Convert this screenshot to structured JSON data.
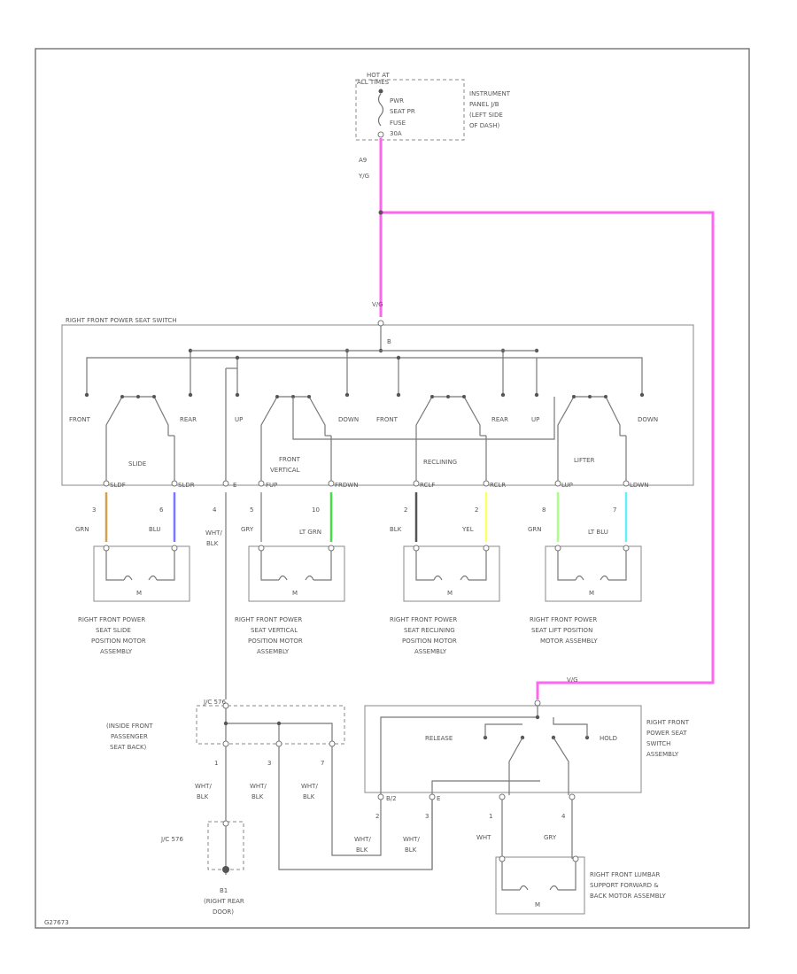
{
  "fuse": {
    "hot": "HOT AT",
    "hot2": "ALL TIMES",
    "name1": "PWR",
    "name2": "SEAT PR",
    "name3": "FUSE",
    "name4": "30A",
    "loc1": "INSTRUMENT",
    "loc2": "PANEL J/B",
    "loc3": "(LEFT SIDE",
    "loc4": "OF DASH)",
    "pin": "A9",
    "circuit": "Y/G"
  },
  "switch": {
    "title": "RIGHT FRONT POWER SEAT SWITCH",
    "top_pin": "V/G",
    "top_node": "B",
    "labels": [
      "FRONT",
      "REAR",
      "UP",
      "DOWN",
      "FRONT",
      "REAR",
      "UP",
      "DOWN"
    ],
    "groups": [
      "SLIDE",
      "FRONT",
      "VERTICAL",
      "RECLINING",
      "LIFTER"
    ],
    "terms": [
      "SLDF",
      "SLDR",
      "E",
      "FUP",
      "FRDWN",
      "RCLF",
      "RCLR",
      "LUP",
      "LDWN"
    ]
  },
  "wires": [
    {
      "pin": "3",
      "color": "GRN"
    },
    {
      "pin": "6",
      "color": "BLU"
    },
    {
      "pin": "4",
      "color": "WHT/",
      "color2": "BLK"
    },
    {
      "pin": "5",
      "color": "GRY"
    },
    {
      "pin": "10",
      "color": "LT GRN"
    },
    {
      "pin": "2",
      "color": "BLK"
    },
    {
      "pin": "2",
      "color": "YEL"
    },
    {
      "pin": "8",
      "color": "GRN"
    },
    {
      "pin": "7",
      "color": "LT BLU"
    }
  ],
  "motors": [
    {
      "l1": "RIGHT FRONT POWER",
      "l2": "SEAT SLIDE",
      "l3": "POSITION MOTOR",
      "l4": "ASSEMBLY"
    },
    {
      "l1": "RIGHT FRONT POWER",
      "l2": "SEAT VERTICAL",
      "l3": "POSITION MOTOR",
      "l4": "ASSEMBLY"
    },
    {
      "l1": "RIGHT FRONT POWER",
      "l2": "SEAT RECLINING",
      "l3": "POSITION MOTOR",
      "l4": "ASSEMBLY"
    },
    {
      "l1": "RIGHT FRONT POWER",
      "l2": "SEAT LIFT POSITION",
      "l3": "MOTOR ASSEMBLY",
      "l4": ""
    }
  ],
  "motor_symbol": "M",
  "jc": {
    "l1": "J/C 576",
    "l2": "(INSIDE FRONT",
    "l3": "PASSENGER",
    "l4": "SEAT BACK)",
    "pins": [
      "1",
      "3",
      "7"
    ],
    "w1": "WHT/",
    "w2": "BLK"
  },
  "jc2": "J/C 576",
  "ground": {
    "id": "B1",
    "l1": "(RIGHT REAR",
    "l2": "DOOR)"
  },
  "lumbar_switch": {
    "circuit": "V/G",
    "release": "RELEASE",
    "hold": "HOLD",
    "l1": "RIGHT FRONT",
    "l2": "POWER SEAT",
    "l3": "SWITCH",
    "l4": "ASSEMBLY",
    "pins": [
      "2",
      "3",
      "1",
      "4"
    ],
    "terms": [
      "B/2",
      "E"
    ],
    "w_wht": "WHT",
    "w_gry": "GRY"
  },
  "lumbar_motor": {
    "l1": "RIGHT FRONT LUMBAR",
    "l2": "SUPPORT FORWARD &",
    "l3": "BACK MOTOR ASSEMBLY"
  },
  "footer": "G27673",
  "colors": {
    "pink": "#ff66ee",
    "tan": "#d4a050",
    "blue": "#7777ff",
    "green": "#44dd44",
    "dark": "#555555",
    "yellow": "#ffff66",
    "ltgreen": "#aaff88",
    "cyan": "#66eeff"
  }
}
